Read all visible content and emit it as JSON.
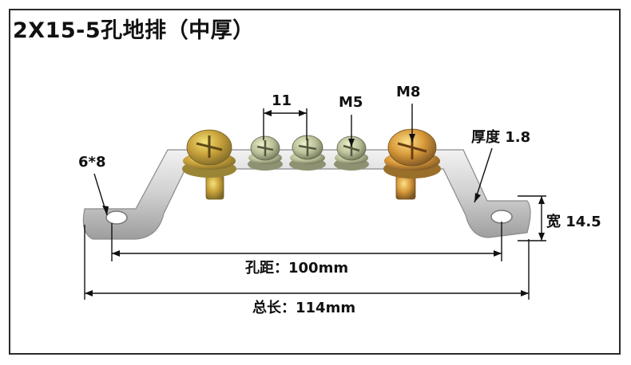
{
  "title": "2X15-5孔地排（中厚）",
  "labels": {
    "hole_dim": "6*8",
    "spacing": "11",
    "m5": "M5",
    "m8": "M8",
    "thickness": "厚度 1.8",
    "width": "宽 14.5",
    "hole_distance": "孔距：100mm",
    "total_length": "总长：114mm"
  },
  "colors": {
    "frame": "#2a2a2a",
    "bar_metal": "#c9c9c9",
    "screw_gold": "#c9a23a",
    "screw_silver_green": "#b9bf98"
  }
}
